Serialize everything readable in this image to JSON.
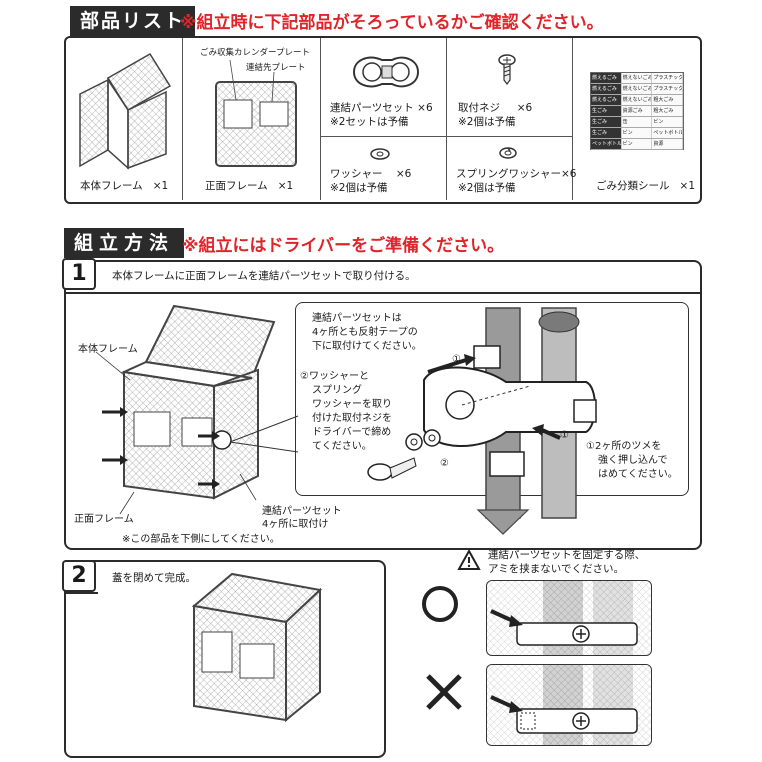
{
  "parts_section": {
    "title": "部品リスト",
    "note": "※組立時に下記部品がそろっているかご確認ください。",
    "items": [
      {
        "name": "本体フレーム",
        "qty": "×1"
      },
      {
        "name": "正面フレーム",
        "qty": "×1",
        "callouts": [
          "ごみ収集カレンダープレート",
          "連結先プレート"
        ]
      },
      {
        "name": "連結パーツセット",
        "qty": "×6",
        "spare": "※2セットは予備"
      },
      {
        "name": "取付ネジ",
        "qty": "×6",
        "spare": "※2個は予備"
      },
      {
        "name": "ワッシャー",
        "qty": "×6",
        "spare": "※2個は予備"
      },
      {
        "name": "スプリングワッシャー",
        "qty": "×6",
        "spare": "※2個は予備"
      },
      {
        "name": "ごみ分類シール",
        "qty": "×1"
      }
    ],
    "seal_rows": [
      [
        "燃えるごみ",
        "燃えないごみ",
        "プラスチック"
      ],
      [
        "燃えるごみ",
        "燃えないごみ",
        "プラスチック"
      ],
      [
        "燃えるごみ",
        "燃えないごみ",
        "粗大ごみ"
      ],
      [
        "生ごみ",
        "資源ごみ",
        "粗大ごみ"
      ],
      [
        "生ごみ",
        "缶",
        "ビン"
      ],
      [
        "生ごみ",
        "ビン",
        "ペットボトル"
      ],
      [
        "ペットボトル",
        "ビン",
        "資源"
      ]
    ]
  },
  "assembly_section": {
    "title": "組立方法",
    "note": "※組立にはドライバーをご準備ください。",
    "step1": {
      "number": "1",
      "instruction": "本体フレームに正面フレームを連結パーツセットで取り付ける。",
      "label_body": "本体フレーム",
      "label_front": "正面フレーム",
      "label_connector": "連結パーツセット",
      "label_connector2": "4ヶ所に取付け",
      "note_bottom": "※この部品を下側にしてください。",
      "detail_note1": [
        "連結パーツセットは",
        "4ヶ所とも反射テープの",
        "下に取付けてください。"
      ],
      "detail_note2": [
        "②ワッシャーと",
        "スプリング",
        "ワッシャーを取り",
        "付けた取付ネジを",
        "ドライバーで締め",
        "てください。"
      ],
      "detail_note3": [
        "①2ヶ所のツメを",
        "強く押し込んで",
        "はめてください。"
      ],
      "marker1": "①",
      "marker2": "②"
    },
    "step2": {
      "number": "2",
      "instruction": "蓋を閉めて完成。"
    },
    "caution": {
      "text": [
        "連結パーツセットを固定する際、",
        "アミを挟まないでください。"
      ],
      "ok_symbol": "○",
      "ng_symbol": "×"
    }
  },
  "colors": {
    "dark": "#2b2b2b",
    "red": "#e0242a",
    "gray": "#9a9a9a"
  }
}
